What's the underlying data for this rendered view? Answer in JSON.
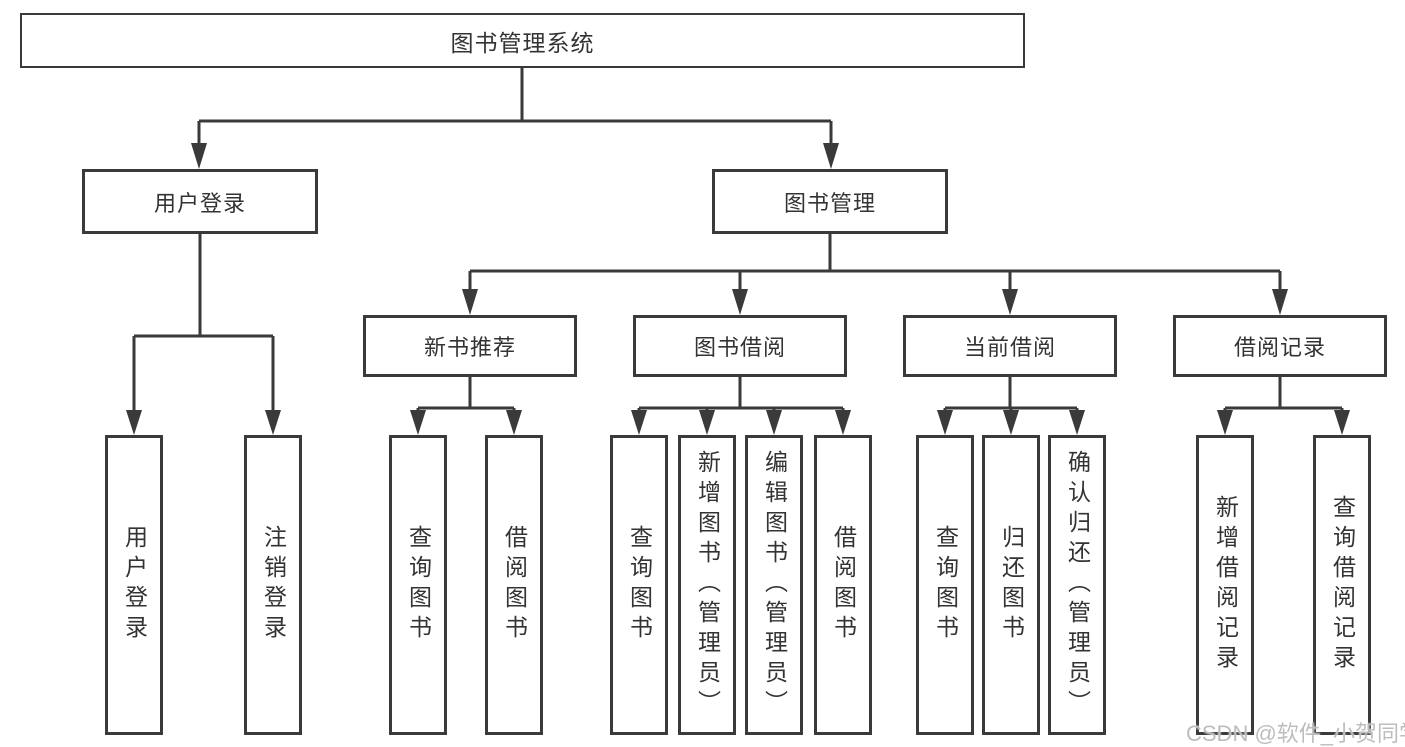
{
  "diagram": {
    "type": "hierarchy-tree",
    "colors": {
      "line": "#3a3a3a",
      "box_border": "#3a3a3a",
      "box_fill": "#ffffff",
      "text": "#333333",
      "background": "#ffffff",
      "watermark": "#bdbdbd"
    },
    "root": {
      "id": "library-management-system",
      "label": "图书管理系统",
      "children": [
        {
          "id": "user-login",
          "label": "用户登录",
          "children": [
            {
              "id": "user-login-leaf",
              "label": "用户登录"
            },
            {
              "id": "logout",
              "label": "注销登录"
            }
          ]
        },
        {
          "id": "book-management",
          "label": "图书管理",
          "children": [
            {
              "id": "new-book-recommendation",
              "label": "新书推荐",
              "children": [
                {
                  "id": "query-books",
                  "label": "查询图书"
                },
                {
                  "id": "borrow-books",
                  "label": "借阅图书"
                }
              ]
            },
            {
              "id": "book-borrowing",
              "label": "图书借阅",
              "children": [
                {
                  "id": "query-books",
                  "label": "查询图书"
                },
                {
                  "id": "add-books-admin",
                  "label": "新增图书（管理员）"
                },
                {
                  "id": "edit-books-admin",
                  "label": "编辑图书（管理员）"
                },
                {
                  "id": "borrow-books",
                  "label": "借阅图书"
                }
              ]
            },
            {
              "id": "current-borrowing",
              "label": "当前借阅",
              "children": [
                {
                  "id": "query-books",
                  "label": "查询图书"
                },
                {
                  "id": "return-books",
                  "label": "归还图书"
                },
                {
                  "id": "confirm-return-admin",
                  "label": "确认归还（管理员）"
                }
              ]
            },
            {
              "id": "borrowing-records",
              "label": "借阅记录",
              "children": [
                {
                  "id": "add-borrow-record",
                  "label": "新增借阅记录"
                },
                {
                  "id": "query-borrow-record",
                  "label": "查询借阅记录"
                }
              ]
            }
          ]
        }
      ]
    }
  },
  "watermark": {
    "text": "CSDN @软件_小贺同学"
  }
}
